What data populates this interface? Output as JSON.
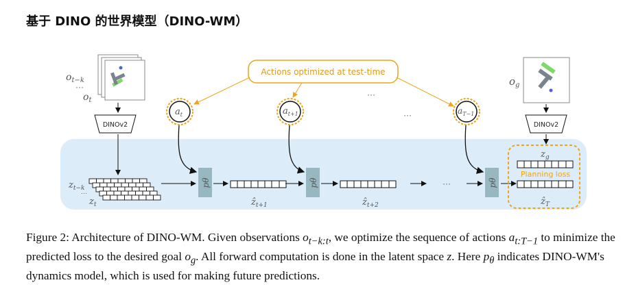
{
  "title": "基于 DINO 的世界模型（DINO-WM）",
  "diagram": {
    "encoder_label": "DINOv2",
    "actions_box": "Actions optimized at test-time",
    "dynamics_label": "pθ",
    "planning_loss": "Planning loss",
    "ellipsis": "···",
    "observations": {
      "first": "o",
      "first_sub": "t−k",
      "last": "o",
      "last_sub": "t",
      "goal": "o",
      "goal_sub": "g"
    },
    "latents": {
      "first": "z",
      "first_sub": "t−k",
      "last": "z",
      "last_sub": "t",
      "goal": "z",
      "goal_sub": "g",
      "pred1": "ẑ",
      "pred1_sub": "t+1",
      "pred2": "ẑ",
      "pred2_sub": "t+2",
      "predT": "ẑ",
      "predT_sub": "T"
    },
    "actions": [
      {
        "sym": "a",
        "sub": "t"
      },
      {
        "sym": "a",
        "sub": "t+1"
      },
      {
        "sym": "a",
        "sub": "T−1"
      }
    ],
    "colors": {
      "latent_bg": "#dcecf8",
      "accent": "#f0a418",
      "dynamics": "#97b8c0"
    }
  },
  "caption": "Figure 2: Architecture of DINO-WM. Given observations o_{t−k:t}, we optimize the sequence of actions a_{t:T−1} to minimize the predicted loss to the desired goal o_g. All forward computation is done in the latent space z. Here p_θ indicates DINO-WM's dynamics model, which is used for making future predictions.",
  "caption_parts": {
    "p1": "Figure 2: Architecture of DINO-WM. Given observations ",
    "m1": "o",
    "m1_sub": "t−k:t",
    "p2": ", we optimize the sequence of actions ",
    "m2": "a",
    "m2_sub": "t:T−1",
    "p3": " to minimize the predicted loss to the desired goal ",
    "m3": "o",
    "m3_sub": "g",
    "p4": ". All forward computation is done in the latent space ",
    "m4": "z",
    "p5": ". Here ",
    "m5": "p",
    "m5_sub": "θ",
    "p6": " indicates DINO-WM's dynamics model, which is used for making future predictions."
  }
}
